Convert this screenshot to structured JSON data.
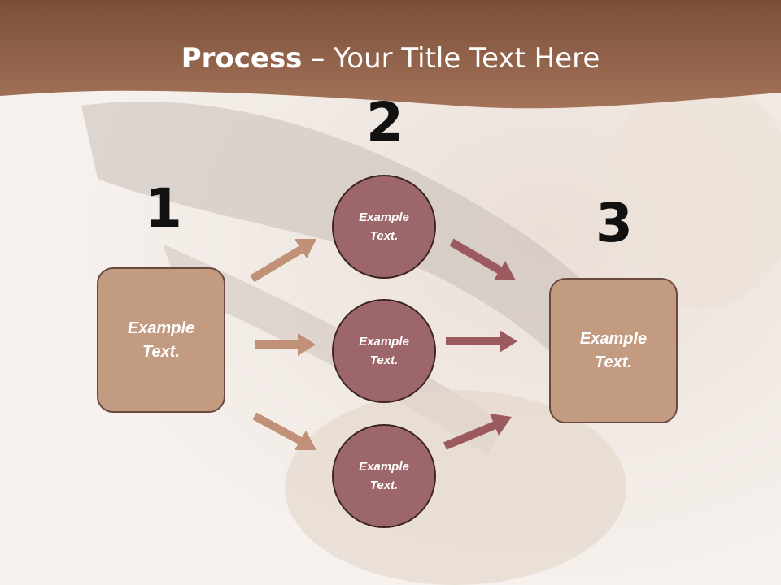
{
  "title": {
    "bold": "Process",
    "rest": " – Your Title Text Here"
  },
  "steps": [
    {
      "number": "1",
      "text_line1": "Example",
      "text_line2": "Text."
    },
    {
      "number": "2"
    },
    {
      "number": "3",
      "text_line1": "Example",
      "text_line2": "Text."
    }
  ],
  "circles": [
    {
      "line1": "Example",
      "line2": "Text."
    },
    {
      "line1": "Example",
      "line2": "Text."
    },
    {
      "line1": "Example",
      "line2": "Text."
    }
  ],
  "colors": {
    "header": "#9a6a4e",
    "box": "#c39b81",
    "circle": "#9c666a",
    "arrow_left": "#c09077",
    "arrow_right": "#9c5a5e"
  }
}
